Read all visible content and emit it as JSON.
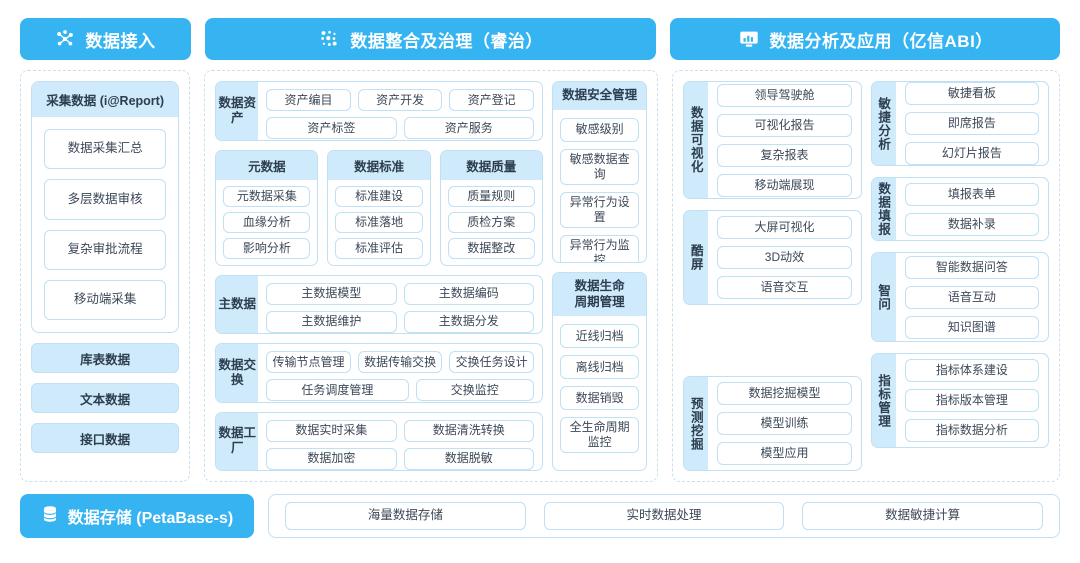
{
  "theme": {
    "accent": "#36B4F2",
    "header_fill": "#cfeafb",
    "border": "#bfe0f5",
    "text": "#3c4858"
  },
  "headers": [
    {
      "icon": "nodes-icon",
      "title": "数据接入"
    },
    {
      "icon": "dots-cluster-icon",
      "title": "数据整合及治理（睿治）"
    },
    {
      "icon": "monitor-chart-icon",
      "title": "数据分析及应用（亿信ABI）"
    }
  ],
  "column1": {
    "card": {
      "title": "采集数据 (i@Report)",
      "items": [
        "数据采集汇总",
        "多层数据审核",
        "复杂审批流程",
        "移动端采集"
      ]
    },
    "bands": [
      "库表数据",
      "文本数据",
      "接口数据"
    ]
  },
  "column2": {
    "asset_group": {
      "label": "数据资产",
      "row1": [
        "资产编目",
        "资产开发",
        "资产登记"
      ],
      "row2": [
        "资产标签",
        "资产服务"
      ]
    },
    "mini_cards": [
      {
        "title": "元数据",
        "items": [
          "元数据采集",
          "血缘分析",
          "影响分析"
        ]
      },
      {
        "title": "数据标准",
        "items": [
          "标准建设",
          "标准落地",
          "标准评估"
        ]
      },
      {
        "title": "数据质量",
        "items": [
          "质量规则",
          "质检方案",
          "数据整改"
        ]
      }
    ],
    "master_group": {
      "label": "主数据",
      "row1": [
        "主数据模型",
        "主数据编码"
      ],
      "row2": [
        "主数据维护",
        "主数据分发"
      ]
    },
    "exchange_group": {
      "label": "数据交换",
      "row1": [
        "传输节点管理",
        "数据传输交换",
        "交换任务设计"
      ],
      "row2": [
        "任务调度管理",
        "交换监控"
      ]
    },
    "factory_group": {
      "label": "数据工厂",
      "row1": [
        "数据实时采集",
        "数据清洗转换"
      ],
      "row2": [
        "数据加密",
        "数据脱敏"
      ]
    },
    "security_card": {
      "title": "数据安全管理",
      "items": [
        "敏感级别",
        "敏感数据查询",
        "异常行为设置",
        "异常行为监控"
      ]
    },
    "lifecycle_card": {
      "title": "数据生命\n周期管理",
      "title_line1": "数据生命",
      "title_line2": "周期管理",
      "items": [
        "近线归档",
        "离线归档",
        "数据销毁",
        "全生命周期监控"
      ]
    }
  },
  "column3": {
    "left_groups": [
      {
        "label": "数据可视化",
        "items": [
          "领导驾驶舱",
          "可视化报告",
          "复杂报表",
          "移动端展现"
        ]
      },
      {
        "label": "酷屏",
        "items": [
          "大屏可视化",
          "3D动效",
          "语音交互"
        ]
      },
      {
        "label": "预测挖掘",
        "items": [
          "数据挖掘模型",
          "模型训练",
          "模型应用"
        ]
      }
    ],
    "right_groups": [
      {
        "label": "敏捷分析",
        "items": [
          "敏捷看板",
          "即席报告",
          "幻灯片报告"
        ]
      },
      {
        "label": "数据填报",
        "items": [
          "填报表单",
          "数据补录"
        ]
      },
      {
        "label": "智问",
        "items": [
          "智能数据问答",
          "语音互动",
          "知识图谱"
        ]
      },
      {
        "label": "指标管理",
        "items": [
          "指标体系建设",
          "指标版本管理",
          "指标数据分析"
        ]
      }
    ]
  },
  "bottom": {
    "badge": {
      "icon": "database-icon",
      "label": "数据存储 (PetaBase-s)"
    },
    "items": [
      "海量数据存储",
      "实时数据处理",
      "数据敏捷计算"
    ]
  }
}
